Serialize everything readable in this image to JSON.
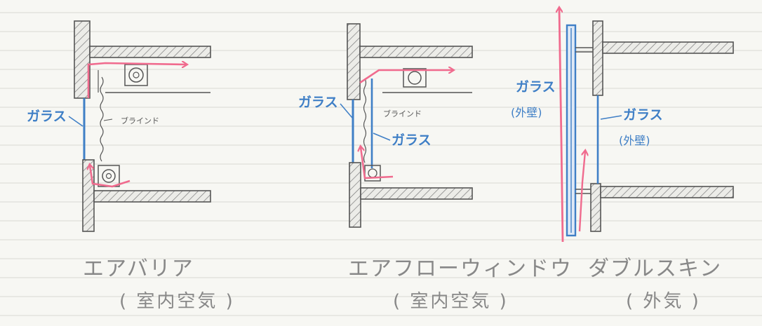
{
  "colors": {
    "paper": "#f7f7f3",
    "rule_line": "#d7d7d2",
    "air_flow": "#f06b8e",
    "glass": "#3f7fc6",
    "pencil": "#555555",
    "caption": "#888888"
  },
  "panels": [
    {
      "title": "エアバリア",
      "subtitle": "( 室内空気 )",
      "labels": {
        "glass": "ガラス",
        "blind": "ブラインド"
      }
    },
    {
      "title": "エアフローウィンドウ",
      "subtitle": "( 室内空気 )",
      "labels": {
        "glass_outer": "ガラス",
        "blind": "ブラインド",
        "glass_inner": "ガラス"
      }
    },
    {
      "title": "ダブルスキン",
      "subtitle": "( 外気 )",
      "labels": {
        "glass_outer": "ガラス",
        "glass_outer_note": "(外壁)",
        "glass_inner": "ガラス",
        "glass_inner_note": "(外壁)"
      }
    }
  ]
}
